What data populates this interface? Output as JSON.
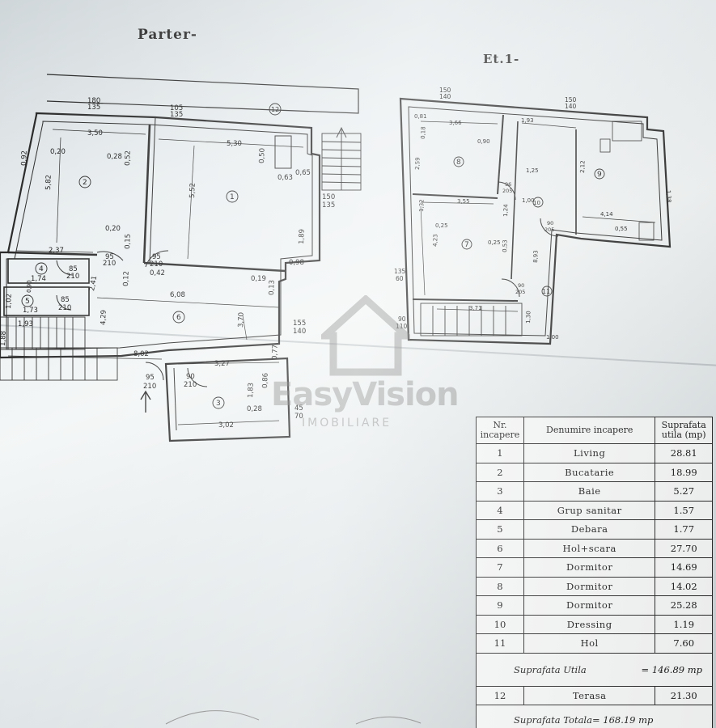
{
  "headings": {
    "ground_floor": "Parter-",
    "first_floor": "Et.1-"
  },
  "watermark": {
    "name": "EasyVision",
    "subtitle": "IMOBILIARE"
  },
  "room_numbers": [
    "1",
    "2",
    "3",
    "4",
    "5",
    "6",
    "7",
    "8",
    "9",
    "10",
    "11",
    "12"
  ],
  "dimensions": {
    "top_a": "180",
    "top_b": "135",
    "top_c": "105",
    "top_d": "135",
    "d_350": "3,50",
    "d_020": "0,20",
    "d_028": "0,28",
    "d_052": "0,52",
    "d_582": "5,82",
    "d_092": "0,92",
    "d_0e": "0,20",
    "d_530": "5,30",
    "d_552": "5,52",
    "d_050": "0,50",
    "d_063": "0,63",
    "d_065": "0,65",
    "d_189": "1,89",
    "d_098": "0,98",
    "d_150": "150",
    "d_135": "135",
    "d_237": "2,37",
    "d_015": "0,15",
    "door_85a": "85",
    "door_210a": "210",
    "door_85b": "85",
    "door_210b": "210",
    "door_95a": "95",
    "door_210c": "210",
    "door_95b": "95",
    "door_210d": "210",
    "door_90a": "90",
    "door_210e": "210",
    "d_174": "1,74",
    "d_012": "0,12",
    "d_042": "0,42",
    "d_241": "2,41",
    "d_608": "6,08",
    "d_019": "0,19",
    "d_013": "0,13",
    "d_173": "1,73",
    "d_102": "1,02",
    "d_090": "0,90",
    "d_193": "1,93",
    "d_429": "4,29",
    "d_370": "3,70",
    "d_155": "155",
    "d_140": "140",
    "d_802": "8,02",
    "d_327": "3,27",
    "d_077": "0,77",
    "d_183": "1,83",
    "d_086": "0,86",
    "d_302": "3,02",
    "d_45": "45",
    "d_70": "70",
    "d_188": "1,88",
    "e_150": "150",
    "e_140": "140",
    "e_150b": "150",
    "e_140b": "140",
    "e_081": "0,81",
    "e_366": "3,66",
    "e_193": "1,93",
    "e_118": "0,18",
    "e_090": "0,90",
    "e_259": "2,59",
    "e_96": "96",
    "e_205": "205",
    "e_125": "1,25",
    "e_100": "1,00",
    "e_355": "3,55",
    "e_025": "0,25",
    "e_132": "1,32",
    "e_423": "4,23",
    "e_025b": "0,25",
    "e_124": "1,24",
    "e_053": "0,53",
    "e_90": "90",
    "e_205b": "205",
    "e_893": "8,93",
    "e_90b": "90",
    "e_205c": "205",
    "e_414": "4,14",
    "e_055": "0,55",
    "e_138": "1,38",
    "e_212": "2,12",
    "e_135": "135",
    "e_60": "60",
    "e_90c": "90",
    "e_110": "110",
    "e_371": "3,71",
    "e_130": "1,30",
    "e_100b": "1,00"
  },
  "table": {
    "headers": [
      "Nr. incapere",
      "Denumire incapere",
      "Suprafata utila (mp)"
    ],
    "rows": [
      [
        "1",
        "Living",
        "28.81"
      ],
      [
        "2",
        "Bucatarie",
        "18.99"
      ],
      [
        "3",
        "Baie",
        "5.27"
      ],
      [
        "4",
        "Grup sanitar",
        "1.57"
      ],
      [
        "5",
        "Debara",
        "1.77"
      ],
      [
        "6",
        "Hol+scara",
        "27.70"
      ],
      [
        "7",
        "Dormitor",
        "14.69"
      ],
      [
        "8",
        "Dormitor",
        "14.02"
      ],
      [
        "9",
        "Dormitor",
        "25.28"
      ],
      [
        "10",
        "Dressing",
        "1.19"
      ],
      [
        "11",
        "Hol",
        "7.60"
      ]
    ],
    "useful_label": "Suprafata Utila",
    "useful_value": "= 146.89 mp",
    "terrace_row": [
      "12",
      "Terasa",
      "21.30"
    ],
    "total_label": "Suprafata Totala",
    "total_value": "= 168.19 mp"
  }
}
